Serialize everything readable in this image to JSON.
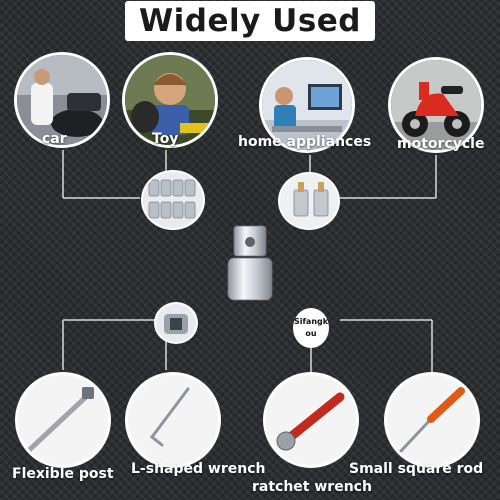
{
  "title": "Widely Used",
  "top_labels": {
    "car": "car",
    "toy": "Toy",
    "home": "home appliances",
    "motorcycle": "motorcycle"
  },
  "bottom_labels": {
    "flexible": "Flexible post",
    "lshaped": "L-shaped wrench",
    "ratchet": "ratchet wrench",
    "squarerod": "Small square rod"
  },
  "brand": {
    "line1": "Sifangk",
    "line2": "ou"
  },
  "colors": {
    "background": "#2b2d30",
    "text": "#ffffff",
    "chrome": "#cfd3d7",
    "accent_red": "#d92b1f"
  }
}
